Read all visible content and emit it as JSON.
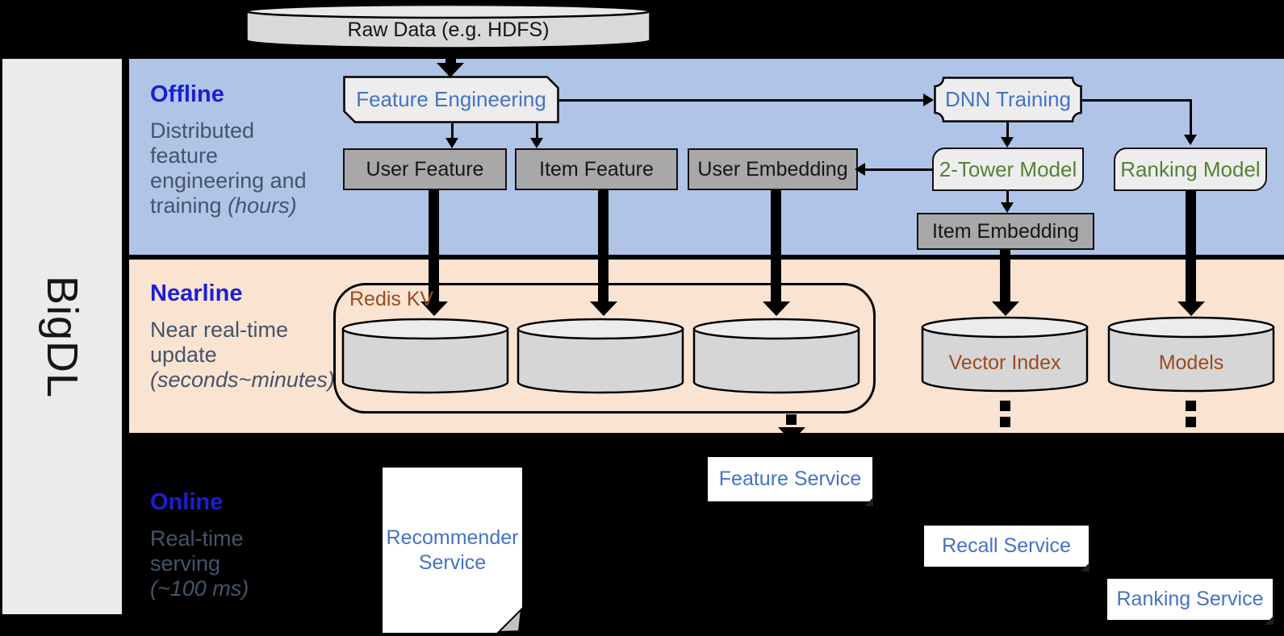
{
  "brand": {
    "label": "BigDL"
  },
  "colors": {
    "offline_band": "#b0c4e7",
    "nearline_band": "#fbe3d1",
    "section_title_blue": "#1a1fd6",
    "section_desc_gray": "#44546a",
    "node_text_blue": "#4472c4",
    "model_text_green": "#548235",
    "store_text_brown": "#9c4a1e",
    "gray_box_fill": "#a8a8a8",
    "light_shape_fill": "#ededed",
    "cylinder_fill": "#d6d6d6"
  },
  "raw_data": {
    "label": "Raw Data (e.g. HDFS)"
  },
  "sections": {
    "offline": {
      "title": "Offline",
      "desc_line1": "Distributed",
      "desc_line2": "feature",
      "desc_line3": "engineering and",
      "desc_line4": "training ",
      "desc_line4_italic": "(hours)"
    },
    "nearline": {
      "title": "Nearline",
      "desc_line1": "Near real-time",
      "desc_line2": "update",
      "desc_line3_italic": "(seconds~minutes)"
    },
    "online": {
      "title": "Online",
      "desc_line1": "Real-time",
      "desc_line2": "serving",
      "desc_line3_italic": "(~100 ms)"
    }
  },
  "offline_nodes": {
    "feature_engineering": "Feature Engineering",
    "dnn_training": "DNN Training",
    "user_feature": "User Feature",
    "item_feature": "Item Feature",
    "user_embedding": "User Embedding",
    "two_tower_model": "2-Tower Model",
    "ranking_model": "Ranking Model",
    "item_embedding": "Item Embedding"
  },
  "nearline_nodes": {
    "redis_kv": "Redis KV",
    "vector_index": "Vector Index",
    "models": "Models"
  },
  "online_nodes": {
    "recommender_line1": "Recommender",
    "recommender_line2": "Service",
    "feature_service": "Feature Service",
    "recall_service": "Recall Service",
    "ranking_service": "Ranking Service"
  }
}
